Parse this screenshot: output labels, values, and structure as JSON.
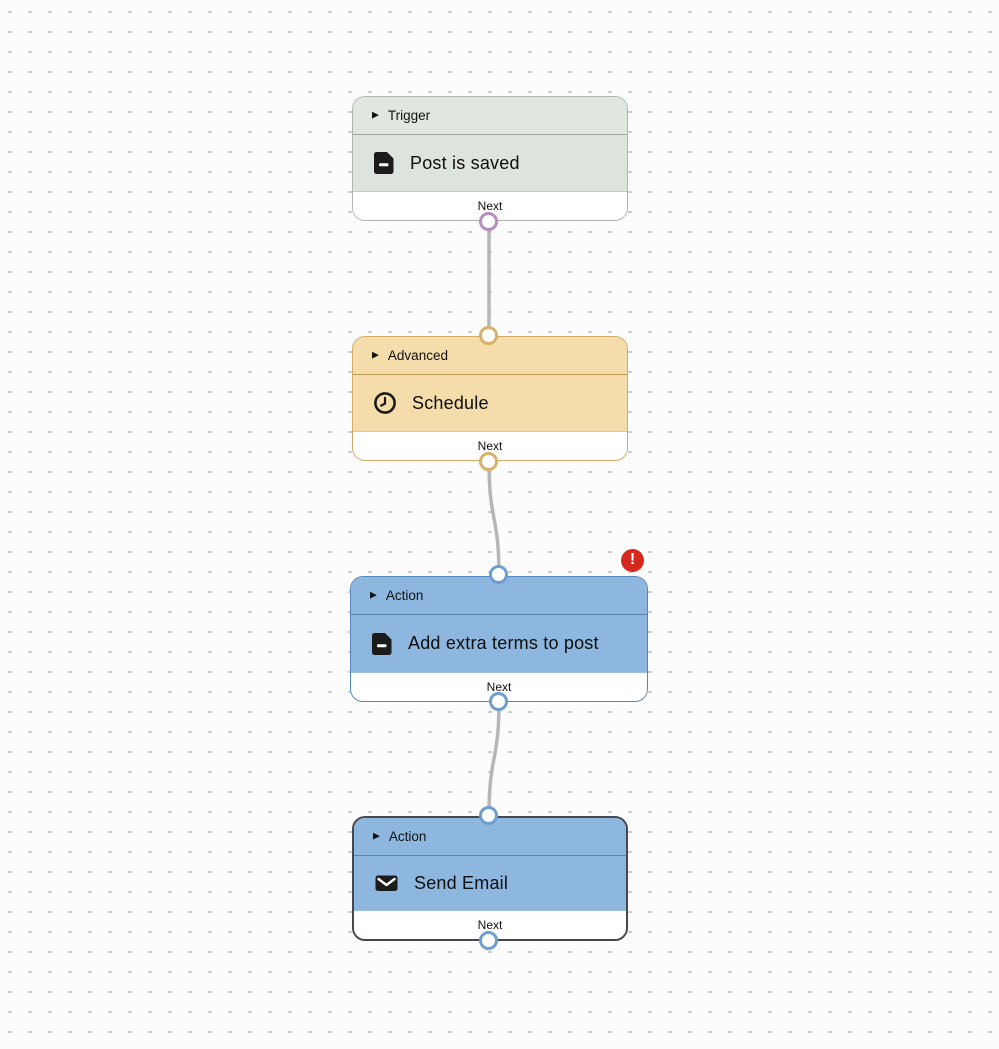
{
  "canvas": {
    "background_color": "#fcfcfc",
    "dot_color": "#c6c6c6"
  },
  "glyphs": {
    "collapse_triangle": "▶"
  },
  "error_badge": {
    "symbol": "!",
    "color": "#d6291d"
  },
  "edge_color": "#b6b6ba",
  "nodes": [
    {
      "category": "Trigger",
      "title": "Post is saved",
      "icon": "document-icon",
      "port_label": "Next",
      "body_color": "#dde4dd",
      "border_color": "#aeb7ae",
      "out_port_color": "#b78cc2"
    },
    {
      "category": "Advanced",
      "title": "Schedule",
      "icon": "clock-icon",
      "port_label": "Next",
      "body_color": "#f5dcab",
      "border_color": "#d2aa66",
      "out_port_color": "#d7b06a"
    },
    {
      "category": "Action",
      "title": "Add extra terms to post",
      "icon": "document-icon",
      "port_label": "Next",
      "body_color": "#8db7df",
      "border_color": "#5388bd",
      "out_port_color": "#6d9ed2",
      "has_error_badge": true
    },
    {
      "category": "Action",
      "title": "Send Email",
      "icon": "envelope-icon",
      "port_label": "Next",
      "body_color": "#8db7df",
      "border_color": "#45494d",
      "out_port_color": "#6d9ed2",
      "selected": true
    }
  ]
}
